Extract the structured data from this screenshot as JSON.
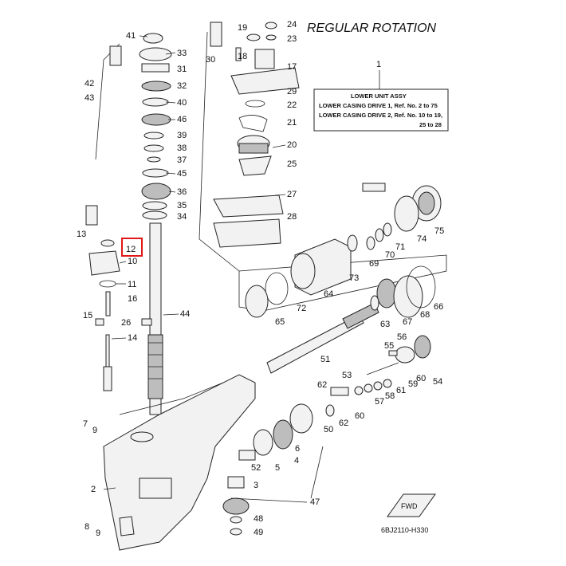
{
  "title": "REGULAR ROTATION",
  "assy_box": {
    "ref": "1",
    "line1": "LOWER UNIT ASSY",
    "line2": "LOWER CASING DRIVE 1,  Ref. No. 2 to 75",
    "line3": "LOWER CASING DRIVE 2,  Ref. No. 10 to 19,",
    "line4": "25 to 28"
  },
  "drawing_code": "6BJ2110-H330",
  "fwd_label": "FWD",
  "highlighted_ref": "12",
  "callouts": {
    "c41": "41",
    "c33": "33",
    "c31": "31",
    "c42": "42",
    "c43": "43",
    "c32": "32",
    "c40": "40",
    "c46": "46",
    "c39": "39",
    "c38": "38",
    "c37": "37",
    "c45": "45",
    "c36": "36",
    "c35": "35",
    "c34": "34",
    "c19": "19",
    "c18": "18",
    "c30": "30",
    "c24": "24",
    "c23": "23",
    "c17": "17",
    "c29": "29",
    "c22": "22",
    "c21": "21",
    "c20": "20",
    "c25": "25",
    "c27": "27",
    "c28": "28",
    "c13": "13",
    "c12": "12",
    "c10": "10",
    "c11": "11",
    "c16": "16",
    "c15": "15",
    "c26": "26",
    "c44": "44",
    "c14": "14",
    "c7": "7",
    "c9a": "9",
    "c2": "2",
    "c8": "8",
    "c9b": "9",
    "c73": "73",
    "c72": "72",
    "c64": "64",
    "c65": "65",
    "c69": "69",
    "c70": "70",
    "c71": "71",
    "c74": "74",
    "c75": "75",
    "c63": "63",
    "c67": "67",
    "c68": "68",
    "c66": "66",
    "c51": "51",
    "c56": "56",
    "c55": "55",
    "c60": "60",
    "c54": "54",
    "c53": "53",
    "c62a": "62",
    "c59": "59",
    "c61": "61",
    "c58": "58",
    "c57": "57",
    "c60b": "60",
    "c62b": "62",
    "c50": "50",
    "c52": "52",
    "c6": "6",
    "c4": "4",
    "c5": "5",
    "c3": "3",
    "c47": "47",
    "c48": "48",
    "c49": "49"
  }
}
